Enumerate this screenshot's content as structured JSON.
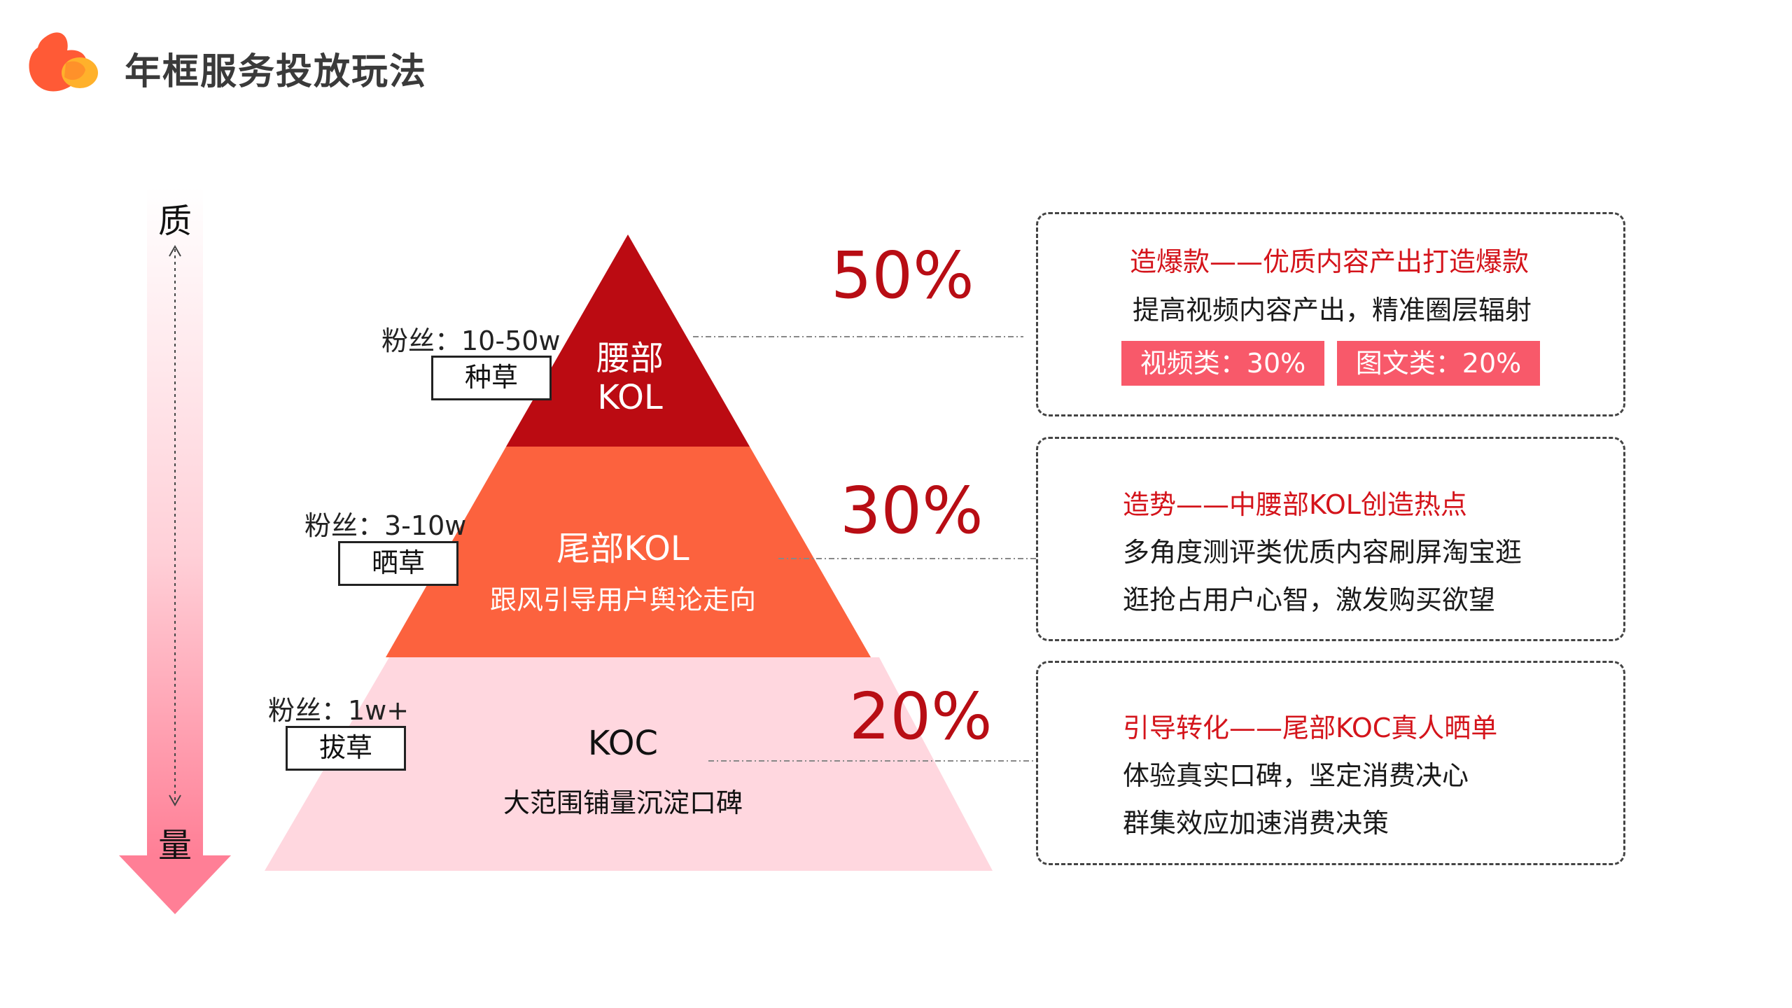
{
  "header": {
    "title": "年框服务投放玩法",
    "logo_icon": "blob-logo-icon"
  },
  "axis": {
    "top_label": "质",
    "bottom_label": "量"
  },
  "pyramid": {
    "tiers": [
      {
        "name": "腰部\nKOL",
        "subtitle": "",
        "fans": "粉丝：10-50w",
        "tag": "种草",
        "percent": "50%",
        "color": "#bb0b12"
      },
      {
        "name": "尾部KOL",
        "subtitle": "跟风引导用户舆论走向",
        "fans": "粉丝：3-10w",
        "tag": "晒草",
        "percent": "30%",
        "color": "#fc623e"
      },
      {
        "name": "KOC",
        "subtitle": "大范围铺量沉淀口碑",
        "fans": "粉丝：1w+",
        "tag": "拔草",
        "percent": "20%",
        "color": "#ffd7df"
      }
    ]
  },
  "boxes": [
    {
      "heading": "造爆款——优质内容产出打造爆款",
      "lines": [
        "提高视频内容产出，精准圈层辐射"
      ],
      "pills": [
        "视频类：30%",
        "图文类：20%"
      ]
    },
    {
      "heading": "造势——中腰部KOL创造热点",
      "lines": [
        "多角度测评类优质内容刷屏淘宝逛",
        "逛抢占用户心智，激发购买欲望"
      ]
    },
    {
      "heading": "引导转化——尾部KOC真人晒单",
      "lines": [
        "体验真实口碑，坚定消费决心",
        "群集效应加速消费决策"
      ]
    }
  ],
  "colors": {
    "accent_red": "#d4141b",
    "pill": "#f8596a",
    "percent": "#b80d14",
    "logo_orange": "#ff5a36",
    "logo_yellow": "#ffb12b"
  }
}
